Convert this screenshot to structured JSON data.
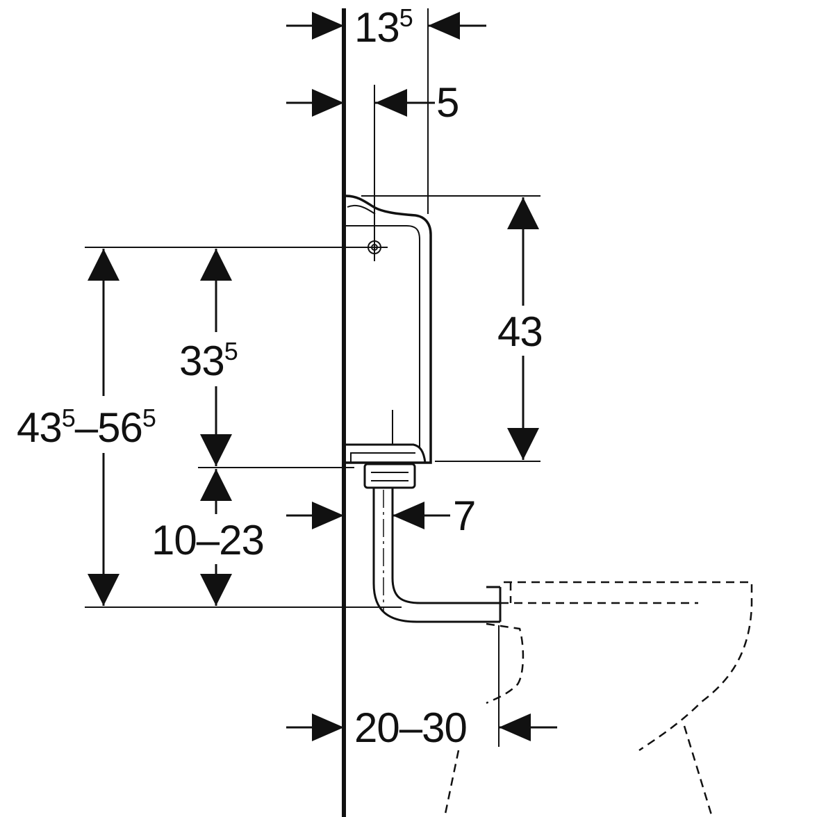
{
  "diagram": {
    "type": "technical-dimension-drawing",
    "colors": {
      "line": "#111111",
      "background": "#ffffff"
    },
    "dimensions": {
      "wall_to_cistern_front": {
        "main": "13",
        "sup": "5"
      },
      "wall_to_inlet": {
        "main": "5"
      },
      "cistern_height": {
        "main": "43"
      },
      "inlet_height": {
        "main": "33",
        "sup": "5"
      },
      "total_height": {
        "a_main": "43",
        "a_sup": "5",
        "dash": "–",
        "b_main": "56",
        "b_sup": "5"
      },
      "cistern_to_pipe": {
        "main": "10–23"
      },
      "wall_to_pipe": {
        "main": "7"
      },
      "wall_to_bowl": {
        "main": "20–30"
      }
    }
  }
}
